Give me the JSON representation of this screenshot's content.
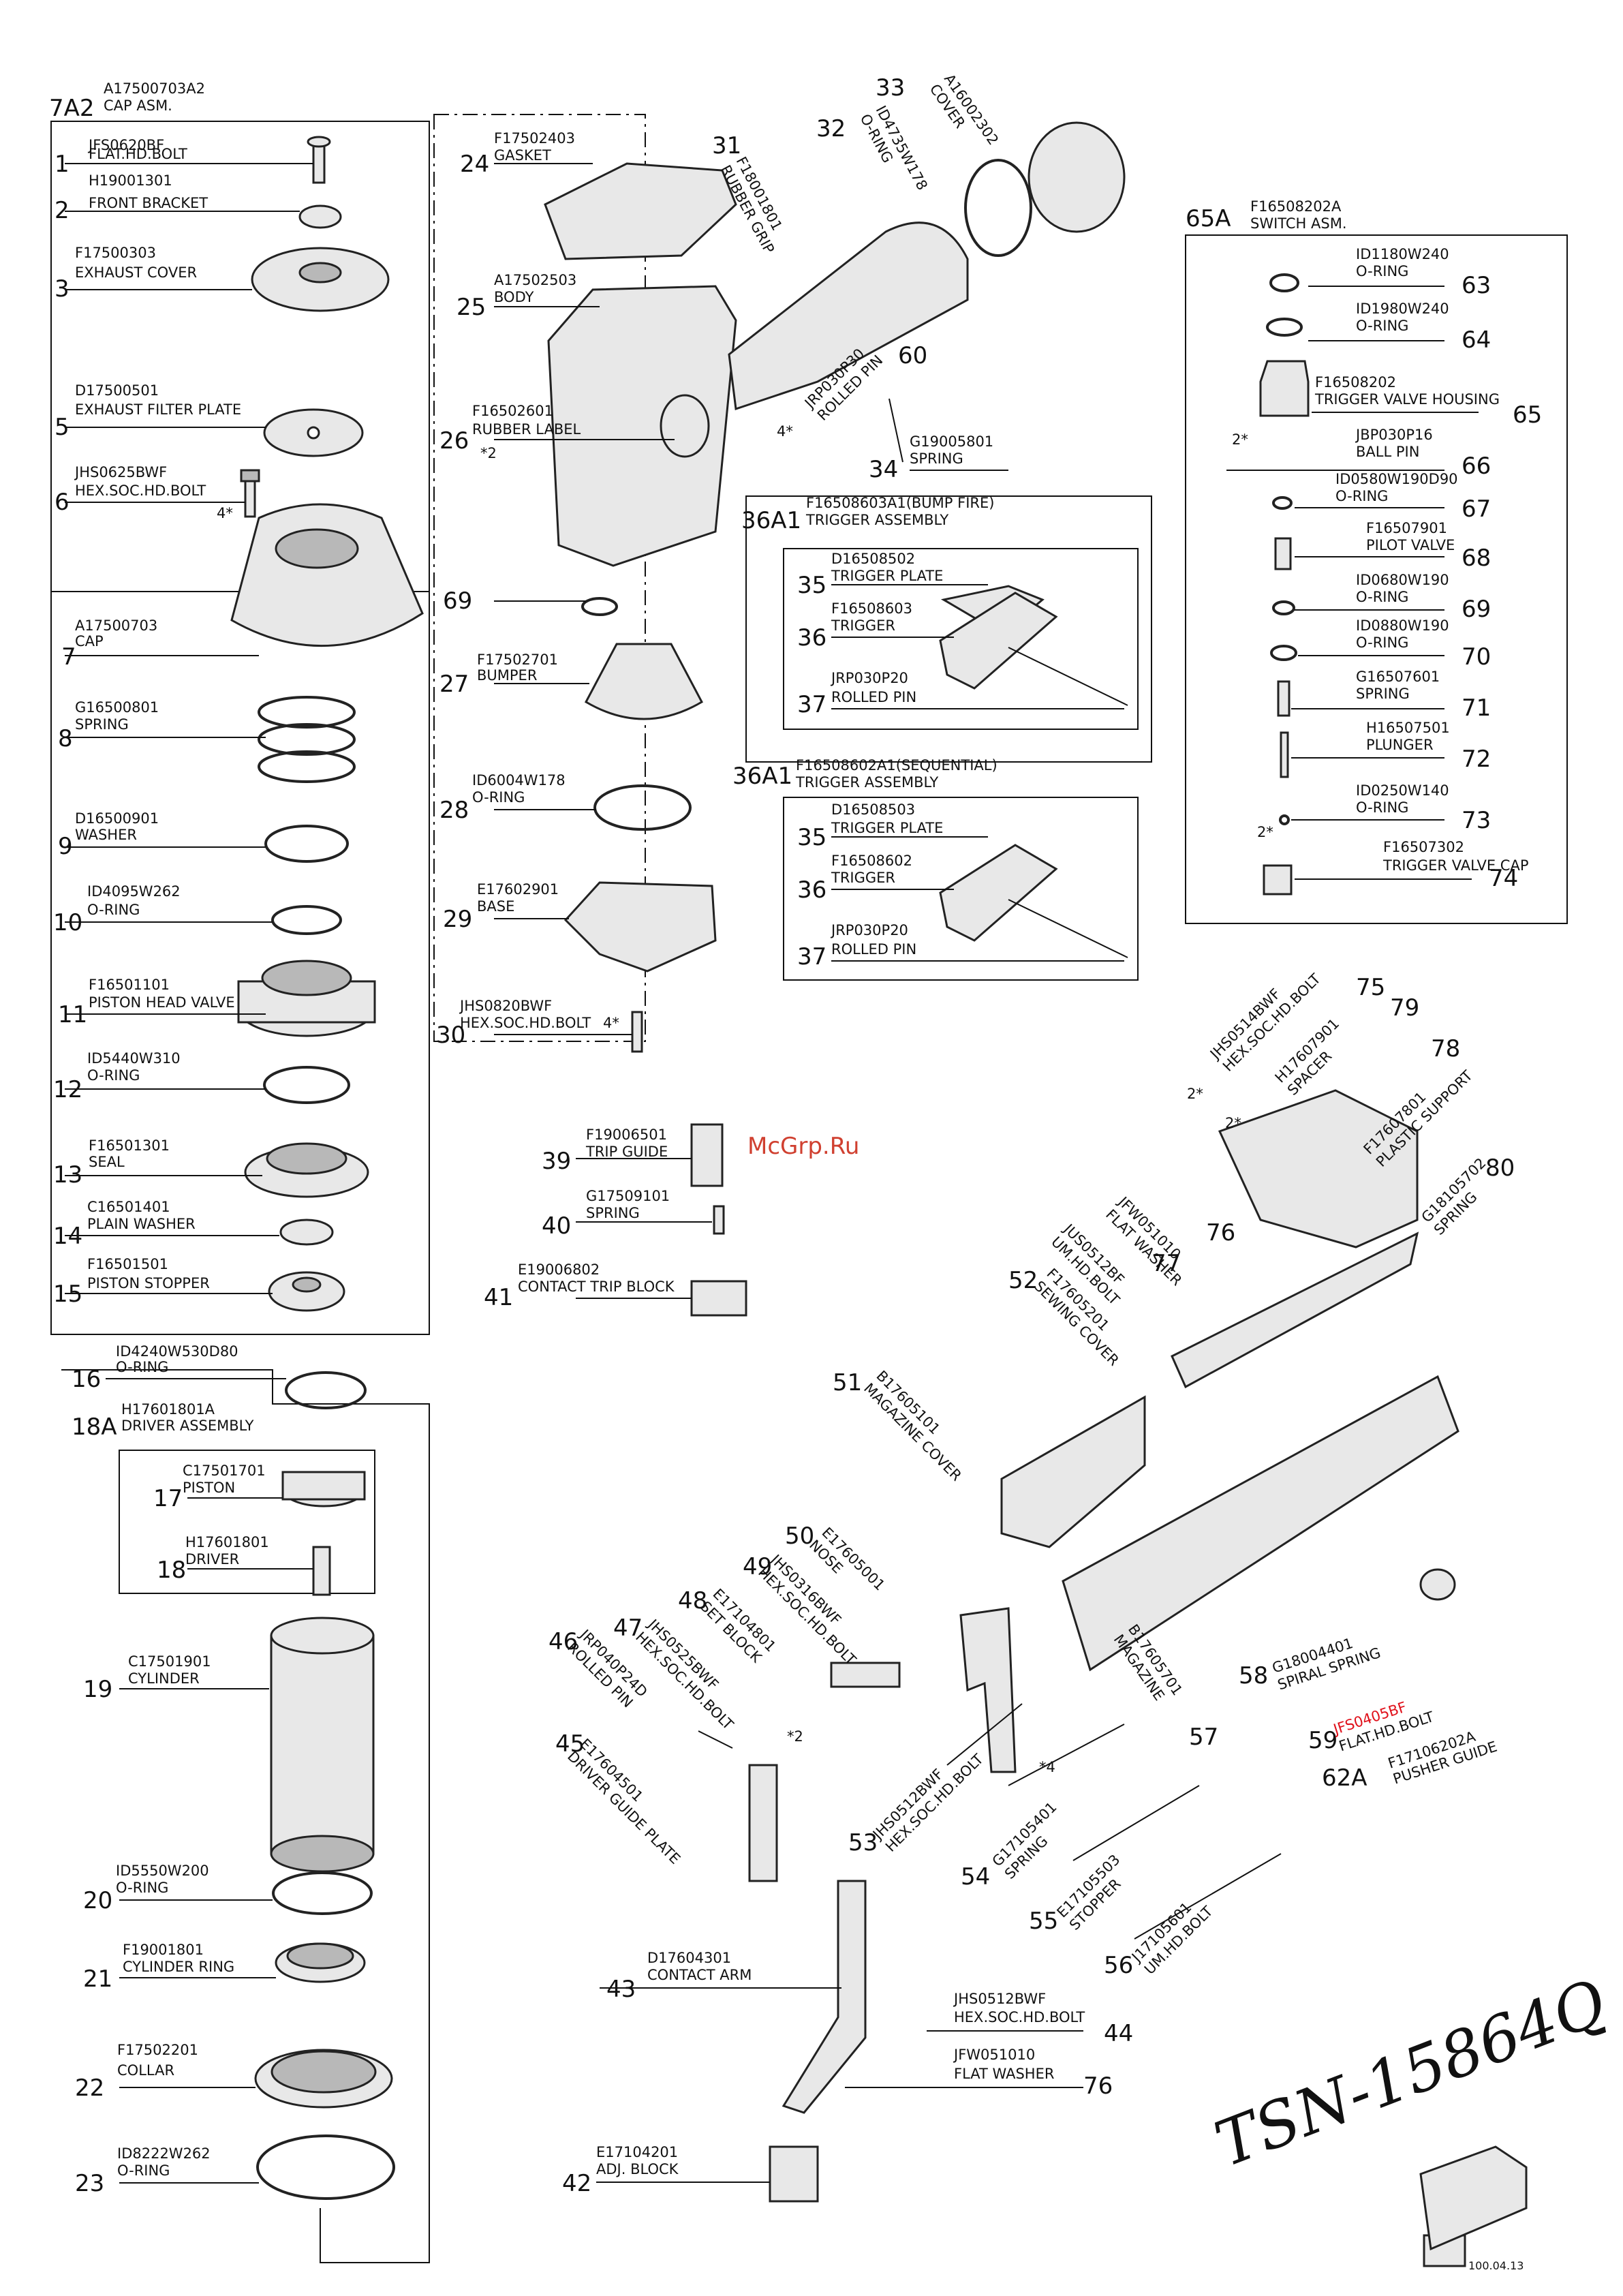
{
  "document": {
    "title": "TSN-15864Q",
    "date": "100.04.13",
    "watermark": "McGrp.Ru"
  },
  "groups": [
    {
      "id": "7A2",
      "num": "7A2",
      "part_no": "A17500703A2",
      "name": "CAP ASM."
    },
    {
      "id": "65A",
      "num": "65A",
      "part_no": "F16508202A",
      "name": "SWITCH ASM."
    },
    {
      "id": "36A1",
      "num": "36A1",
      "part_no": "F16508603A1(BUMP FIRE)",
      "name": "TRIGGER ASSEMBLY"
    },
    {
      "id": "36A1s",
      "num": "36A1",
      "part_no": "F16508602A1(SEQUENTIAL)",
      "name": "TRIGGER ASSEMBLY"
    },
    {
      "id": "18A",
      "num": "18A",
      "part_no": "H17601801A",
      "name": "DRIVER ASSEMBLY"
    },
    {
      "id": "62A",
      "num": "62A",
      "part_no": "F17106202A",
      "name": "PUSHER GUIDE"
    }
  ],
  "parts": [
    {
      "id": "p1",
      "num": "1",
      "part_no": "JFS0620BF",
      "name": "FLAT.HD.BOLT"
    },
    {
      "id": "p2",
      "num": "2",
      "part_no": "H19001301",
      "name": "FRONT BRACKET"
    },
    {
      "id": "p3",
      "num": "3",
      "part_no": "F17500303",
      "name": "EXHAUST COVER"
    },
    {
      "id": "p5",
      "num": "5",
      "part_no": "D17500501",
      "name": "EXHAUST FILTER PLATE"
    },
    {
      "id": "p6",
      "num": "6",
      "part_no": "JHS0625BWF",
      "name": "HEX.SOC.HD.BOLT"
    },
    {
      "id": "p7",
      "num": "7",
      "part_no": "A17500703",
      "name": "CAP"
    },
    {
      "id": "p8",
      "num": "8",
      "part_no": "G16500801",
      "name": "SPRING"
    },
    {
      "id": "p9",
      "num": "9",
      "part_no": "D16500901",
      "name": "WASHER"
    },
    {
      "id": "p10",
      "num": "10",
      "part_no": "ID4095W262",
      "name": "O-RING"
    },
    {
      "id": "p11",
      "num": "11",
      "part_no": "F16501101",
      "name": "PISTON HEAD VALVE"
    },
    {
      "id": "p12",
      "num": "12",
      "part_no": "ID5440W310",
      "name": "O-RING"
    },
    {
      "id": "p13",
      "num": "13",
      "part_no": "F16501301",
      "name": "SEAL"
    },
    {
      "id": "p14",
      "num": "14",
      "part_no": "C16501401",
      "name": "PLAIN WASHER"
    },
    {
      "id": "p15",
      "num": "15",
      "part_no": "F16501501",
      "name": "PISTON STOPPER"
    },
    {
      "id": "p16",
      "num": "16",
      "part_no": "ID4240W530D80",
      "name": "O-RING"
    },
    {
      "id": "p17",
      "num": "17",
      "part_no": "C17501701",
      "name": "PISTON"
    },
    {
      "id": "p18",
      "num": "18",
      "part_no": "H17601801",
      "name": "DRIVER"
    },
    {
      "id": "p19",
      "num": "19",
      "part_no": "C17501901",
      "name": "CYLINDER"
    },
    {
      "id": "p20",
      "num": "20",
      "part_no": "ID5550W200",
      "name": "O-RING"
    },
    {
      "id": "p21",
      "num": "21",
      "part_no": "F19001801",
      "name": "CYLINDER RING"
    },
    {
      "id": "p22",
      "num": "22",
      "part_no": "F17502201",
      "name": "COLLAR"
    },
    {
      "id": "p23",
      "num": "23",
      "part_no": "ID8222W262",
      "name": "O-RING"
    },
    {
      "id": "p24",
      "num": "24",
      "part_no": "F17502403",
      "name": "GASKET"
    },
    {
      "id": "p25",
      "num": "25",
      "part_no": "A17502503",
      "name": "BODY"
    },
    {
      "id": "p26",
      "num": "26",
      "part_no": "F16502601",
      "name": "RUBBER LABEL"
    },
    {
      "id": "p27",
      "num": "27",
      "part_no": "F17502701",
      "name": "BUMPER"
    },
    {
      "id": "p28",
      "num": "28",
      "part_no": "ID6004W178",
      "name": "O-RING"
    },
    {
      "id": "p29",
      "num": "29",
      "part_no": "E17602901",
      "name": "BASE"
    },
    {
      "id": "p30",
      "num": "30",
      "part_no": "JHS0820BWF",
      "name": "HEX.SOC.HD.BOLT"
    },
    {
      "id": "p31",
      "num": "31",
      "part_no": "F18001801",
      "name": "RUBBER GRIP"
    },
    {
      "id": "p32",
      "num": "32",
      "part_no": "ID4735W178",
      "name": "O-RING"
    },
    {
      "id": "p33",
      "num": "33",
      "part_no": "A16002302",
      "name": "COVER"
    },
    {
      "id": "p34",
      "num": "34",
      "part_no": "G19005801",
      "name": "SPRING"
    },
    {
      "id": "p35",
      "num": "35",
      "part_no": "D16508502",
      "name": "TRIGGER PLATE"
    },
    {
      "id": "p36",
      "num": "36",
      "part_no": "F16508603",
      "name": "TRIGGER"
    },
    {
      "id": "p37",
      "num": "37",
      "part_no": "JRP030P20",
      "name": "ROLLED PIN"
    },
    {
      "id": "p35s",
      "num": "35",
      "part_no": "D16508503",
      "name": "TRIGGER PLATE"
    },
    {
      "id": "p36s",
      "num": "36",
      "part_no": "F16508602",
      "name": "TRIGGER"
    },
    {
      "id": "p37s",
      "num": "37",
      "part_no": "JRP030P20",
      "name": "ROLLED PIN"
    },
    {
      "id": "p39",
      "num": "39",
      "part_no": "F19006501",
      "name": "TRIP GUIDE"
    },
    {
      "id": "p40",
      "num": "40",
      "part_no": "G17509101",
      "name": "SPRING"
    },
    {
      "id": "p41",
      "num": "41",
      "part_no": "E19006802",
      "name": "CONTACT TRIP BLOCK"
    },
    {
      "id": "p42",
      "num": "42",
      "part_no": "E17104201",
      "name": "ADJ. BLOCK"
    },
    {
      "id": "p43",
      "num": "43",
      "part_no": "D17604301",
      "name": "CONTACT ARM"
    },
    {
      "id": "p44",
      "num": "44",
      "part_no": "JHS0512BWF",
      "name": "HEX.SOC.HD.BOLT"
    },
    {
      "id": "p45",
      "num": "45",
      "part_no": "E17604501",
      "name": "DRIVER GUIDE PLATE"
    },
    {
      "id": "p46",
      "num": "46",
      "part_no": "JRP040P24D",
      "name": "ROLLED PIN"
    },
    {
      "id": "p47",
      "num": "47",
      "part_no": "JHS0525BWF",
      "name": "HEX.SOC.HD.BOLT"
    },
    {
      "id": "p48",
      "num": "48",
      "part_no": "E17104801",
      "name": "SET BLOCK"
    },
    {
      "id": "p49",
      "num": "49",
      "part_no": "JHS0316BWF",
      "name": "HEX.SOC.HD.BOLT"
    },
    {
      "id": "p50",
      "num": "50",
      "part_no": "E17605001",
      "name": "NOSE"
    },
    {
      "id": "p51",
      "num": "51",
      "part_no": "B17605101",
      "name": "MAGAZINE COVER"
    },
    {
      "id": "p52",
      "num": "52",
      "part_no": "F17605201",
      "name": "SEWING COVER"
    },
    {
      "id": "p53",
      "num": "53",
      "part_no": "JHS0512BWF",
      "name": "HEX.SOC.HD.BOLT"
    },
    {
      "id": "p54",
      "num": "54",
      "part_no": "G17105401",
      "name": "SPRING"
    },
    {
      "id": "p55",
      "num": "55",
      "part_no": "E17105503",
      "name": "STOPPER"
    },
    {
      "id": "p56",
      "num": "56",
      "part_no": "J17105601",
      "name": "UM.HD.BOLT"
    },
    {
      "id": "p57",
      "num": "57",
      "part_no": "B17605701",
      "name": "MAGAZINE"
    },
    {
      "id": "p58",
      "num": "58",
      "part_no": "G18004401",
      "name": "SPIRAL SPRING"
    },
    {
      "id": "p59",
      "num": "59",
      "part_no": "JFS0405BF",
      "name": "FLAT.HD.BOLT"
    },
    {
      "id": "p60",
      "num": "60",
      "part_no": "JRP030P30",
      "name": "ROLLED PIN"
    },
    {
      "id": "p63",
      "num": "63",
      "part_no": "ID1180W240",
      "name": "O-RING"
    },
    {
      "id": "p64",
      "num": "64",
      "part_no": "ID1980W240",
      "name": "O-RING"
    },
    {
      "id": "p65",
      "num": "65",
      "part_no": "F16508202",
      "name": "TRIGGER VALVE HOUSING"
    },
    {
      "id": "p66",
      "num": "66",
      "part_no": "JBP030P16",
      "name": "BALL PIN"
    },
    {
      "id": "p67",
      "num": "67",
      "part_no": "ID0580W190D90",
      "name": "O-RING"
    },
    {
      "id": "p68",
      "num": "68",
      "part_no": "F16507901",
      "name": "PILOT VALVE"
    },
    {
      "id": "p69",
      "num": "69",
      "part_no": "ID0680W190",
      "name": "O-RING"
    },
    {
      "id": "p70",
      "num": "70",
      "part_no": "ID0880W190",
      "name": "O-RING"
    },
    {
      "id": "p71",
      "num": "71",
      "part_no": "G16507601",
      "name": "SPRING"
    },
    {
      "id": "p72",
      "num": "72",
      "part_no": "H16507501",
      "name": "PLUNGER"
    },
    {
      "id": "p73",
      "num": "73",
      "part_no": "ID0250W140",
      "name": "O-RING"
    },
    {
      "id": "p74",
      "num": "74",
      "part_no": "F16507302",
      "name": "TRIGGER VALVE CAP"
    },
    {
      "id": "p75",
      "num": "75",
      "part_no": "JHS0514BWF",
      "name": "HEX.SOC.HD.BOLT"
    },
    {
      "id": "p76",
      "num": "76",
      "part_no": "JFW051010",
      "name": "FLAT WASHER"
    },
    {
      "id": "p76b",
      "num": "76",
      "part_no": "JFW051010",
      "name": "FLAT WASHER"
    },
    {
      "id": "p77",
      "num": "77",
      "part_no": "JUS0512BF",
      "name": "UM.HD.BOLT"
    },
    {
      "id": "p78",
      "num": "78",
      "part_no": "F17607801",
      "name": "PLASTIC SUPPORT"
    },
    {
      "id": "p79",
      "num": "79",
      "part_no": "H17607901",
      "name": "SPACER"
    },
    {
      "id": "p80",
      "num": "80",
      "part_no": "G18105702",
      "name": "SPRING"
    }
  ],
  "notes": [
    {
      "id": "n69",
      "num": "69"
    },
    {
      "id": "n26",
      "text": "*2"
    },
    {
      "id": "n6",
      "text": "4*"
    },
    {
      "id": "n30",
      "text": "4*"
    },
    {
      "id": "n60",
      "text": "4*"
    },
    {
      "id": "n66",
      "text": "2*"
    },
    {
      "id": "n73",
      "text": "2*"
    },
    {
      "id": "n75",
      "text": "2*"
    },
    {
      "id": "n79",
      "text": "2*"
    },
    {
      "id": "n47",
      "text": "*2"
    },
    {
      "id": "n53",
      "text": "*4"
    }
  ]
}
